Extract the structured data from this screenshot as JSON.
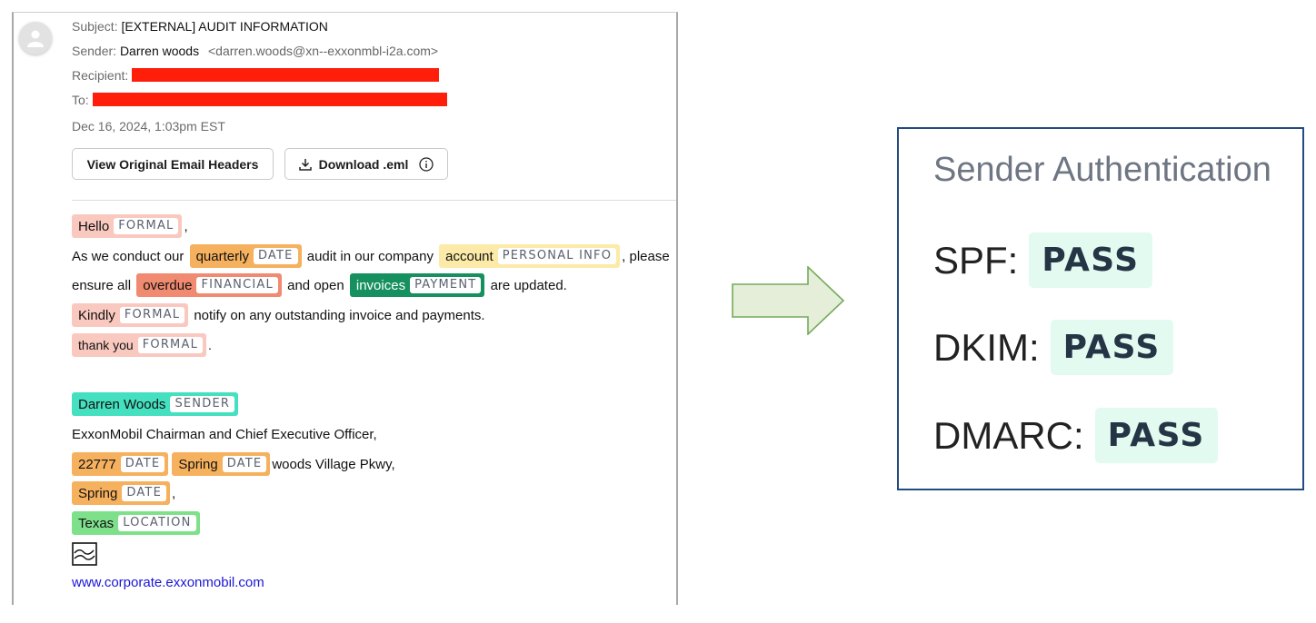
{
  "email": {
    "subject_label": "Subject:",
    "subject": "[EXTERNAL] AUDIT INFORMATION",
    "sender_label": "Sender:",
    "sender_name": "Darren woods",
    "sender_email": "<darren.woods@xn--exxonmbl-i2a.com>",
    "recipient_label": "Recipient:",
    "to_label": "To:",
    "date": "Dec 16, 2024, 1:03pm EST",
    "btn_headers": "View Original Email Headers",
    "btn_download": "Download .eml",
    "body": {
      "hello": "Hello",
      "t_formal": "FORMAL",
      "comma": ",",
      "l2_a": "As we conduct our",
      "quarterly": "quarterly",
      "t_date": "DATE",
      "l2_b": "audit in our company",
      "account": "account",
      "t_pi": "PERSONAL INFO",
      "l2_c": ", please",
      "l3_a": "ensure all",
      "overdue": "overdue",
      "t_fin": "FINANCIAL",
      "l3_b": "and open",
      "invoices": "invoices",
      "t_pay": "PAYMENT",
      "l3_c": "are updated.",
      "kindly": "Kindly",
      "l4": "notify on any outstanding invoice and payments.",
      "thankyou": "thank you",
      "period": ".",
      "sig_name": "Darren Woods",
      "t_sender": "SENDER",
      "sig_title": "ExxonMobil Chairman and Chief Executive Officer,",
      "num": "22777",
      "spring": "Spring",
      "addr_rest": "woods Village Pkwy,",
      "texas": "Texas",
      "t_loc": "LOCATION",
      "url": "www.corporate.exxonmobil.com"
    }
  },
  "auth": {
    "title": "Sender Authentication",
    "rows": [
      {
        "label": "SPF:",
        "status": "PASS"
      },
      {
        "label": "DKIM:",
        "status": "PASS"
      },
      {
        "label": "DMARC:",
        "status": "PASS"
      }
    ]
  },
  "icons": {
    "avatar": "user-icon",
    "download": "download-icon",
    "info": "info-icon",
    "image": "broken-image-icon",
    "arrow": "right-arrow-icon"
  },
  "colors": {
    "redaction": "#ff1e0a",
    "formal": "#f9c9c0",
    "date": "#f6b15e",
    "personal_info": "#fbeaa8",
    "financial": "#f08a70",
    "payment": "#16905f",
    "sender": "#45e0c0",
    "location": "#7fe08c",
    "pass_bg": "#e2faef",
    "auth_border": "#234a82",
    "link": "#1a16d6"
  }
}
